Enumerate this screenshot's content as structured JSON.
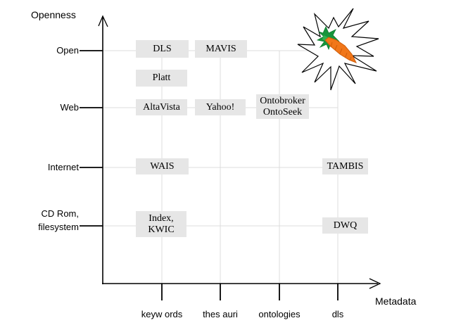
{
  "figure": {
    "y_axis": {
      "title": "Openness",
      "tick_labels": [
        "Open",
        "Web",
        "Internet",
        "CD Rom,\nfilesystem"
      ]
    },
    "x_axis": {
      "title": "Metadata",
      "tick_labels": [
        "keyw ords",
        "thes auri",
        "ontologies",
        "dls"
      ]
    },
    "boxes": [
      {
        "label": "DLS"
      },
      {
        "label": "MAVIS"
      },
      {
        "label": "Platt"
      },
      {
        "label": "AltaVista"
      },
      {
        "label": "Yahoo!"
      },
      {
        "label": "Ontobroker\nOntoSeek"
      },
      {
        "label": "WAIS"
      },
      {
        "label": "TAMBIS"
      },
      {
        "label": "Index,\nKWIC"
      },
      {
        "label": "DWQ"
      }
    ],
    "decoration": {
      "starburst": "starburst-burst-outline",
      "clipart": "carrot-icon"
    },
    "colors": {
      "box_background": "#e6e6e6",
      "gridline": "#dcdcdc",
      "axis": "#000000",
      "carrot_orange": "#f1771a",
      "carrot_orange_dark": "#cf5d0a",
      "carrot_green": "#17953c",
      "carrot_green_light": "#2fb24c"
    }
  },
  "chart_data": {
    "type": "scatter",
    "title": "",
    "xlabel": "Metadata",
    "ylabel": "Openness",
    "x_categories": [
      "keywords",
      "thesauri",
      "ontologies",
      "dls"
    ],
    "y_categories": [
      "CD Rom, filesystem",
      "Internet",
      "Web",
      "Open"
    ],
    "grid": true,
    "points": [
      {
        "label": "DLS",
        "x": "keywords",
        "y": "Open"
      },
      {
        "label": "MAVIS",
        "x": "thesauri",
        "y": "Open"
      },
      {
        "label": "Platt",
        "x": "keywords",
        "y": "between Web and Open"
      },
      {
        "label": "AltaVista",
        "x": "keywords",
        "y": "Web"
      },
      {
        "label": "Yahoo!",
        "x": "thesauri",
        "y": "Web"
      },
      {
        "label": "Ontobroker, OntoSeek",
        "x": "ontologies",
        "y": "Web"
      },
      {
        "label": "WAIS",
        "x": "keywords",
        "y": "Internet"
      },
      {
        "label": "TAMBIS",
        "x": "dls",
        "y": "Internet"
      },
      {
        "label": "Index, KWIC",
        "x": "keywords",
        "y": "CD Rom, filesystem"
      },
      {
        "label": "DWQ",
        "x": "dls",
        "y": "CD Rom, filesystem"
      }
    ],
    "annotations": [
      "starburst with carrot clip-art at top-right (Open / ontologies-dls area)"
    ]
  }
}
